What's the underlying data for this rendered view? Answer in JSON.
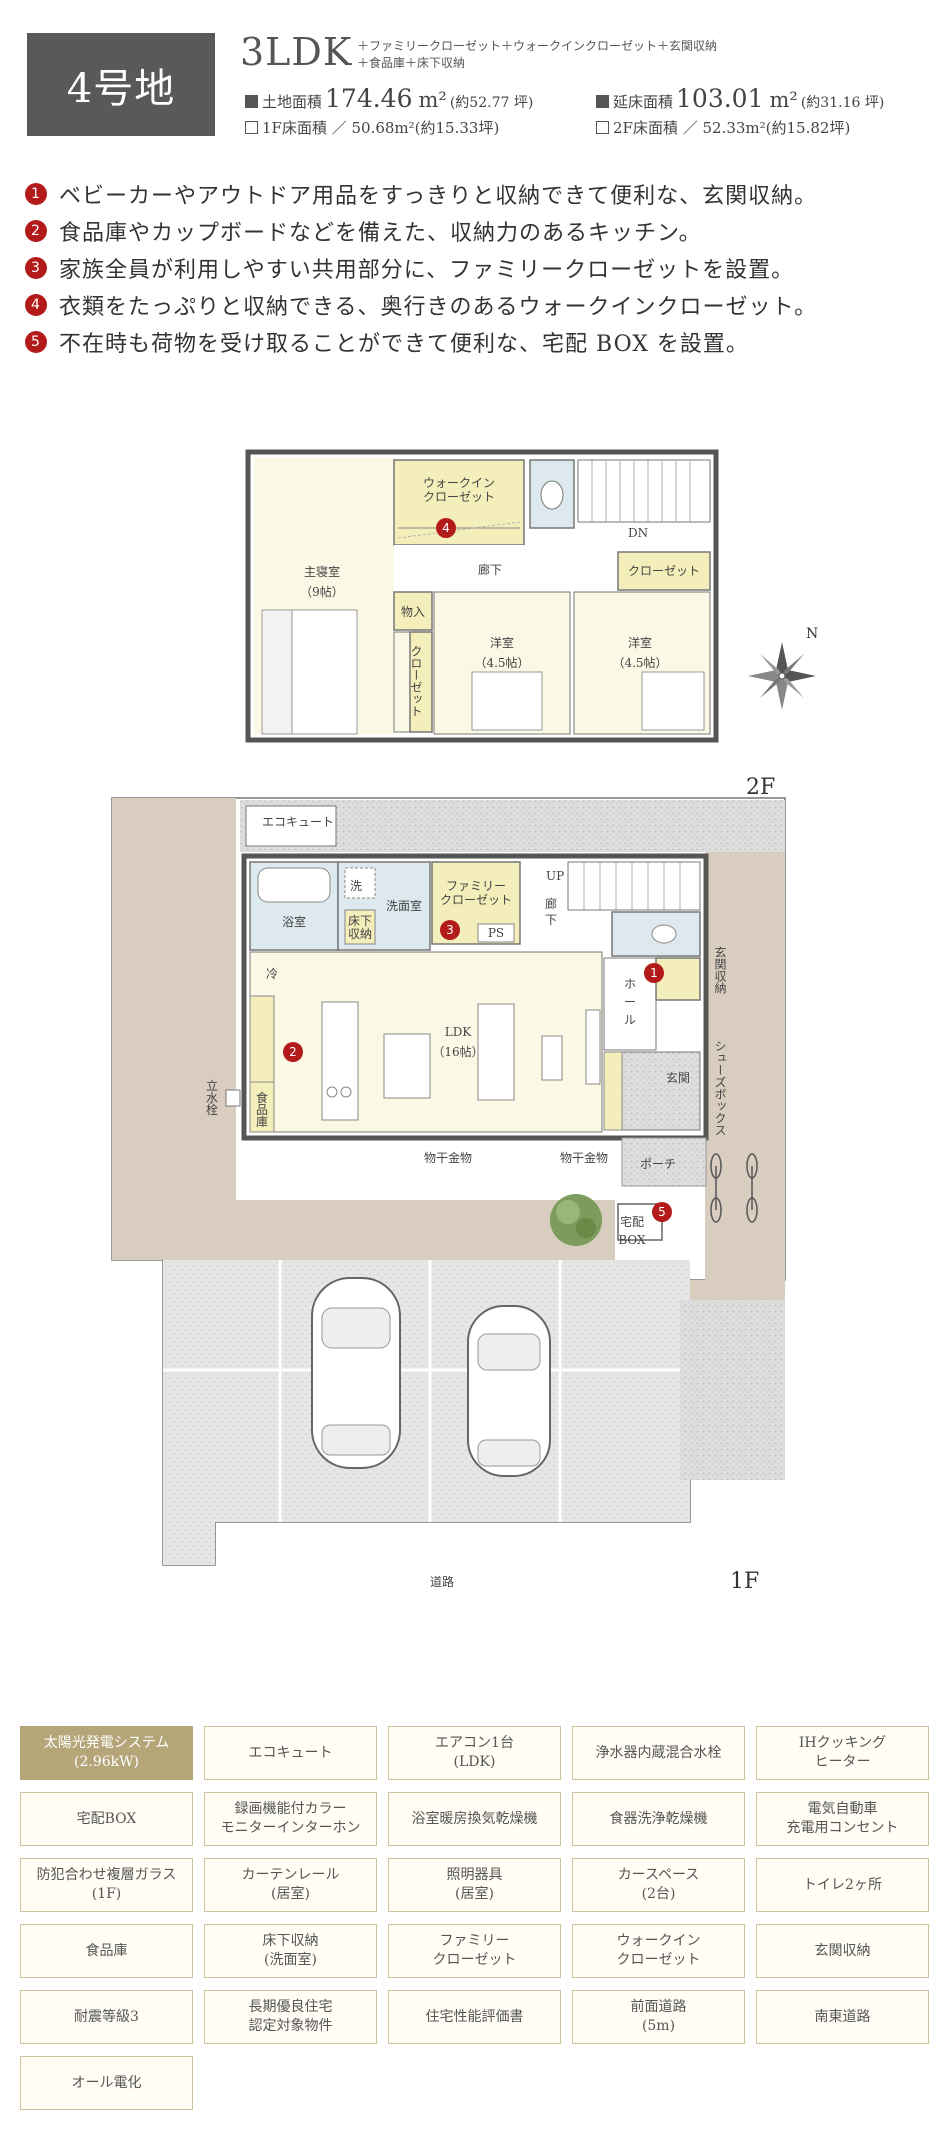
{
  "header": {
    "lot": "4号地",
    "plan_type": "3LDK",
    "plan_extras_1": "＋ファミリークローゼット＋ウォークインクローゼット＋玄関収納",
    "plan_extras_2": "＋食品庫＋床下収納",
    "land_area_label": "土地面積",
    "land_area_value": "174.46",
    "land_area_unit": "m²",
    "land_area_tsubo": "(約52.77 坪)",
    "floor_area_label": "延床面積",
    "floor_area_value": "103.01",
    "floor_area_unit": "m²",
    "floor_area_tsubo": "(約31.16 坪)",
    "floor1_area": "1F床面積 ／ 50.68m²(約15.33坪)",
    "floor2_area": "2F床面積 ／ 52.33m²(約15.82坪)"
  },
  "features": [
    {
      "num": "1",
      "text": "ベビーカーやアウトドア用品をすっきりと収納できて便利な、玄関収納。"
    },
    {
      "num": "2",
      "text": "食品庫やカップボードなどを備えた、収納力のあるキッチン。"
    },
    {
      "num": "3",
      "text": "家族全員が利用しやすい共用部分に、ファミリークローゼットを設置。"
    },
    {
      "num": "4",
      "text": "衣類をたっぷりと収納できる、奥行きのあるウォークインクローゼット。"
    },
    {
      "num": "5",
      "text": "不在時も荷物を受け取ることができて便利な、宅配 BOX を設置。"
    }
  ],
  "floor2": {
    "tag": "2F",
    "walk_in_1": "ウォークイン",
    "walk_in_2": "クローゼット",
    "dn": "DN",
    "master_1": "主寝室",
    "master_2": "（9帖）",
    "corridor": "廊下",
    "closet": "クローゼット",
    "storage": "物入",
    "closet_vertical": "クローゼット",
    "room_a_1": "洋室",
    "room_a_2": "（4.5帖）",
    "room_b_1": "洋室",
    "room_b_2": "（4.5帖）",
    "north": "N"
  },
  "floor1": {
    "tag": "1F",
    "ecocute": "エコキュート",
    "bath": "浴室",
    "wash_mark": "洗",
    "washroom": "洗面室",
    "underfloor_1": "床下",
    "underfloor_2": "収納",
    "family_closet_1": "ファミリー",
    "family_closet_2": "クローゼット",
    "ps": "PS",
    "up": "UP",
    "corridor_1": "廊",
    "corridor_2": "下",
    "fridge": "冷",
    "ldk_1": "LDK",
    "ldk_2": "（16帖）",
    "hall_1": "ホ",
    "hall_2": "ー",
    "hall_3": "ル",
    "entrance": "玄関",
    "entry_storage": "玄関収納",
    "shoes_box": "シューズボックス",
    "porch": "ポーチ",
    "faucet_1": "立",
    "faucet_2": "水",
    "faucet_3": "栓",
    "pantry_1": "食",
    "pantry_2": "品",
    "pantry_3": "庫",
    "dry_hardware_1": "物干金物",
    "dry_hardware_2": "物干金物",
    "delivery_1": "宅配",
    "delivery_2": "BOX",
    "road": "道路"
  },
  "amenities": [
    {
      "label_1": "太陽光発電システム",
      "label_2": "(2.96kW)",
      "active": true
    },
    {
      "label_1": "エコキュート",
      "label_2": "",
      "active": false
    },
    {
      "label_1": "エアコン1台",
      "label_2": "(LDK)",
      "active": false
    },
    {
      "label_1": "浄水器内蔵混合水栓",
      "label_2": "",
      "active": false
    },
    {
      "label_1": "IHクッキング",
      "label_2": "ヒーター",
      "active": false
    },
    {
      "label_1": "宅配BOX",
      "label_2": "",
      "active": false
    },
    {
      "label_1": "録画機能付カラー",
      "label_2": "モニターインターホン",
      "active": false
    },
    {
      "label_1": "浴室暖房換気乾燥機",
      "label_2": "",
      "active": false
    },
    {
      "label_1": "食器洗浄乾燥機",
      "label_2": "",
      "active": false
    },
    {
      "label_1": "電気自動車",
      "label_2": "充電用コンセント",
      "active": false
    },
    {
      "label_1": "防犯合わせ複層ガラス",
      "label_2": "(1F)",
      "active": false
    },
    {
      "label_1": "カーテンレール",
      "label_2": "(居室)",
      "active": false
    },
    {
      "label_1": "照明器具",
      "label_2": "(居室)",
      "active": false
    },
    {
      "label_1": "カースペース",
      "label_2": "(2台)",
      "active": false
    },
    {
      "label_1": "トイレ2ヶ所",
      "label_2": "",
      "active": false
    },
    {
      "label_1": "食品庫",
      "label_2": "",
      "active": false
    },
    {
      "label_1": "床下収納",
      "label_2": "(洗面室)",
      "active": false
    },
    {
      "label_1": "ファミリー",
      "label_2": "クローゼット",
      "active": false
    },
    {
      "label_1": "ウォークイン",
      "label_2": "クローゼット",
      "active": false
    },
    {
      "label_1": "玄関収納",
      "label_2": "",
      "active": false
    },
    {
      "label_1": "耐震等級3",
      "label_2": "",
      "active": false
    },
    {
      "label_1": "長期優良住宅",
      "label_2": "認定対象物件",
      "active": false
    },
    {
      "label_1": "住宅性能評価書",
      "label_2": "",
      "active": false
    },
    {
      "label_1": "前面道路",
      "label_2": "(5m)",
      "active": false
    },
    {
      "label_1": "南東道路",
      "label_2": "",
      "active": false
    },
    {
      "label_1": "オール電化",
      "label_2": "",
      "active": false
    }
  ],
  "colors": {
    "accent_red": "#b31b1b",
    "badge_gray": "#595959",
    "amenity_border": "#d2c49a",
    "amenity_active": "#b5a67a",
    "closet_yellow": "#f4eeba",
    "wet_blue": "#dde9ef",
    "room_cream": "#fbf8e6",
    "yard_tan": "#d9cdbf"
  }
}
